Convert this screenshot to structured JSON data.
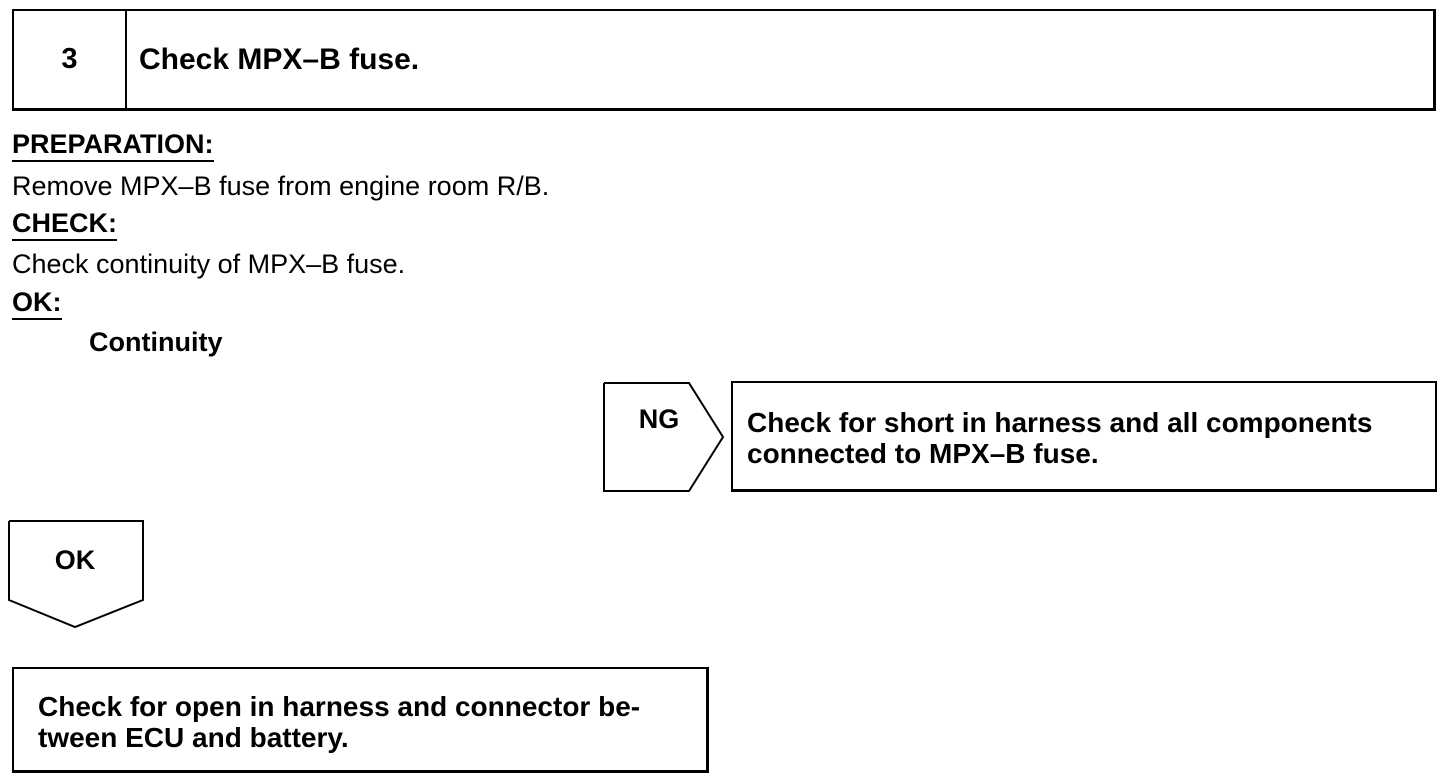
{
  "step": {
    "number": "3",
    "title": "Check MPX–B fuse."
  },
  "preparation": {
    "heading": "PREPARATION:",
    "text": "Remove MPX–B fuse from engine room R/B."
  },
  "check": {
    "heading": "CHECK:",
    "text": "Check continuity of MPX–B fuse."
  },
  "ok_spec": {
    "heading": "OK:",
    "result": "Continuity"
  },
  "ng_branch": {
    "label": "NG",
    "line1": "Check for short in harness and all components",
    "line2": "connected to MPX–B fuse."
  },
  "ok_branch": {
    "label": "OK",
    "line1": "Check for open in harness and connector be-",
    "line2": "tween ECU and battery."
  }
}
